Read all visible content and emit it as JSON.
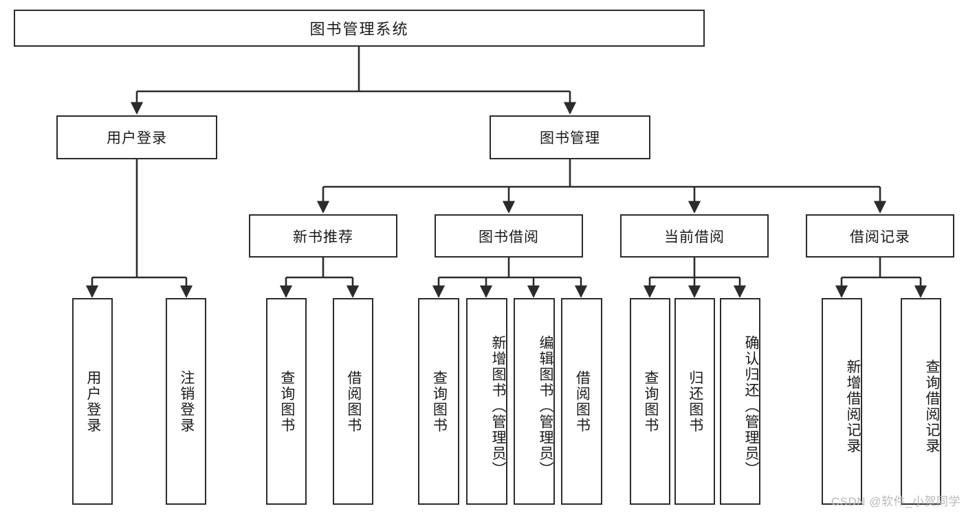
{
  "diagram": {
    "type": "hierarchy-tree",
    "title": "图书管理系统",
    "watermark": "CSDN @软件_小贺同学",
    "colors": {
      "stroke": "#2b2b2b",
      "fill": "#ffffff",
      "text": "#1a1a1a",
      "watermark": "#b9b9b9"
    },
    "levels": {
      "level1": [
        {
          "id": "root",
          "label": "图书管理系统"
        }
      ],
      "level2": [
        {
          "id": "login",
          "label": "用户登录"
        },
        {
          "id": "bookmgmt",
          "label": "图书管理"
        }
      ],
      "level3": [
        {
          "id": "newbook",
          "label": "新书推荐"
        },
        {
          "id": "borrow",
          "label": "图书借阅"
        },
        {
          "id": "current",
          "label": "当前借阅"
        },
        {
          "id": "records",
          "label": "借阅记录"
        }
      ],
      "level4": [
        {
          "id": "leaf-1",
          "parent": "login",
          "label": "用户登录"
        },
        {
          "id": "leaf-2",
          "parent": "login",
          "label": "注销登录"
        },
        {
          "id": "leaf-3",
          "parent": "newbook",
          "label": "查询图书"
        },
        {
          "id": "leaf-4",
          "parent": "newbook",
          "label": "借阅图书"
        },
        {
          "id": "leaf-5",
          "parent": "borrow",
          "label": "查询图书"
        },
        {
          "id": "leaf-6",
          "parent": "borrow",
          "label": "新增图书（管理员）"
        },
        {
          "id": "leaf-7",
          "parent": "borrow",
          "label": "编辑图书（管理员）"
        },
        {
          "id": "leaf-8",
          "parent": "borrow",
          "label": "借阅图书"
        },
        {
          "id": "leaf-9",
          "parent": "current",
          "label": "查询图书"
        },
        {
          "id": "leaf-10",
          "parent": "current",
          "label": "归还图书"
        },
        {
          "id": "leaf-11",
          "parent": "current",
          "label": "确认归还（管理员）"
        },
        {
          "id": "leaf-12",
          "parent": "records",
          "label": "新增借阅记录"
        },
        {
          "id": "leaf-13",
          "parent": "records",
          "label": "查询借阅记录"
        }
      ]
    }
  }
}
